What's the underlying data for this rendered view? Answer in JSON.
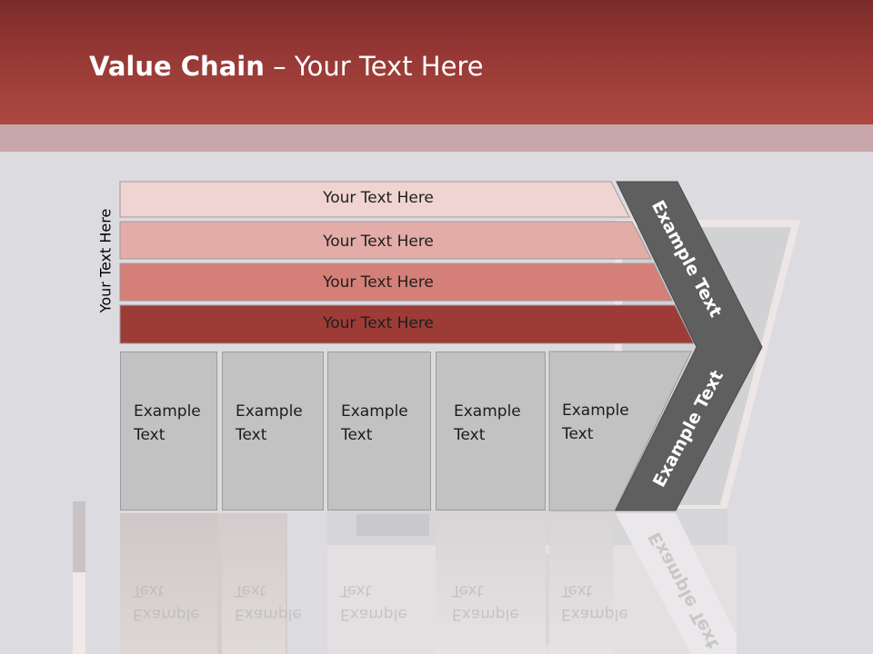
{
  "slide": {
    "title_bold": "Value Chain",
    "title_rest": " – Your Text Here",
    "side_label": "Your Text Here"
  },
  "rows": [
    {
      "label": "Your Text Here",
      "color": "#f0d4d2"
    },
    {
      "label": "Your Text Here",
      "color": "#e3aca7"
    },
    {
      "label": "Your Text Here",
      "color": "#d47f77"
    },
    {
      "label": "Your Text Here",
      "color": "#9d3b36"
    }
  ],
  "boxes": [
    {
      "line1": "Example",
      "line2": "Text"
    },
    {
      "line1": "Example",
      "line2": "Text"
    },
    {
      "line1": "Example",
      "line2": "Text"
    },
    {
      "line1": "Example",
      "line2": "Text"
    },
    {
      "line1": "Example",
      "line2": "Text"
    }
  ],
  "chevron": {
    "upper_label": "Example Text",
    "lower_label": "Example Text",
    "color": "#5f5f5f"
  },
  "colors": {
    "header": "#a3443d",
    "stripe": "#c8a7aa",
    "background": "#dcdbe0",
    "box": "#c2c2c2"
  }
}
